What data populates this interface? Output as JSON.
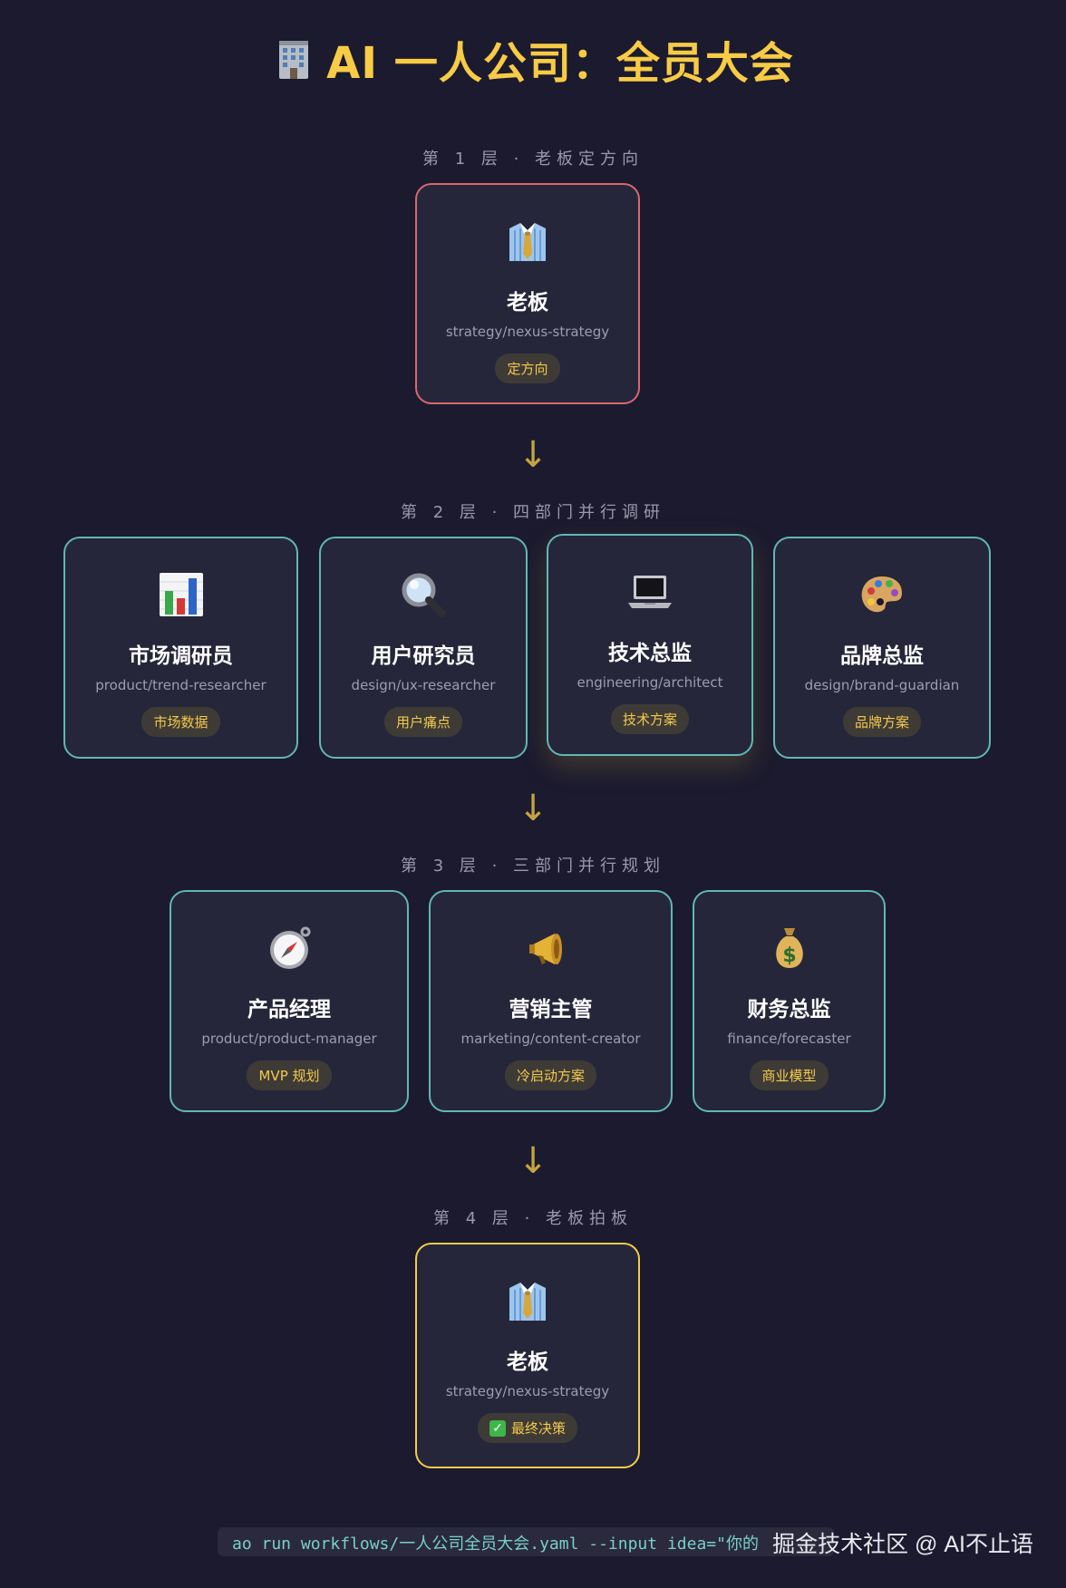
{
  "title": "AI 一人公司：全员大会",
  "title_icon": "office-building-icon",
  "layers": [
    {
      "label": "第 1 层 · 老板定方向",
      "cards": [
        {
          "icon": "necktie-shirt-icon",
          "name": "老板",
          "path": "strategy/nexus-strategy",
          "badge": "定方向",
          "border": "#d9686e"
        }
      ]
    },
    {
      "label": "第 2 层 · 四部门并行调研",
      "cards": [
        {
          "icon": "bar-chart-icon",
          "name": "市场调研员",
          "path": "product/trend-researcher",
          "badge": "市场数据",
          "border": "#5fb8b5"
        },
        {
          "icon": "magnifier-icon",
          "name": "用户研究员",
          "path": "design/ux-researcher",
          "badge": "用户痛点",
          "border": "#5fb8b5"
        },
        {
          "icon": "laptop-icon",
          "name": "技术总监",
          "path": "engineering/architect",
          "badge": "技术方案",
          "border": "#5fb8b5"
        },
        {
          "icon": "palette-icon",
          "name": "品牌总监",
          "path": "design/brand-guardian",
          "badge": "品牌方案",
          "border": "#5fb8b5"
        }
      ]
    },
    {
      "label": "第 3 层 · 三部门并行规划",
      "cards": [
        {
          "icon": "compass-icon",
          "name": "产品经理",
          "path": "product/product-manager",
          "badge": "MVP 规划",
          "border": "#5fb8b5"
        },
        {
          "icon": "megaphone-icon",
          "name": "营销主管",
          "path": "marketing/content-creator",
          "badge": "冷启动方案",
          "border": "#5fb8b5"
        },
        {
          "icon": "money-bag-icon",
          "name": "财务总监",
          "path": "finance/forecaster",
          "badge": "商业模型",
          "border": "#5fb8b5"
        }
      ]
    },
    {
      "label": "第 4 层 · 老板拍板",
      "cards": [
        {
          "icon": "necktie-shirt-icon",
          "name": "老板",
          "path": "strategy/nexus-strategy",
          "badge": "最终决策",
          "badge_icon": "check-mark-icon",
          "border": "#f2cd4a"
        }
      ]
    }
  ],
  "arrow_glyph": "↓",
  "command": "ao run workflows/一人公司全员大会.yaml --input idea=\"你的",
  "watermark": "掘金技术社区 @ AI不止语",
  "colors": {
    "background": "#1b1a2e",
    "title": "#f7cb45",
    "badge_text": "#f3c94a",
    "teal_border": "#5fb8b5",
    "red_border": "#d9686e",
    "gold_border": "#f2cd4a"
  }
}
